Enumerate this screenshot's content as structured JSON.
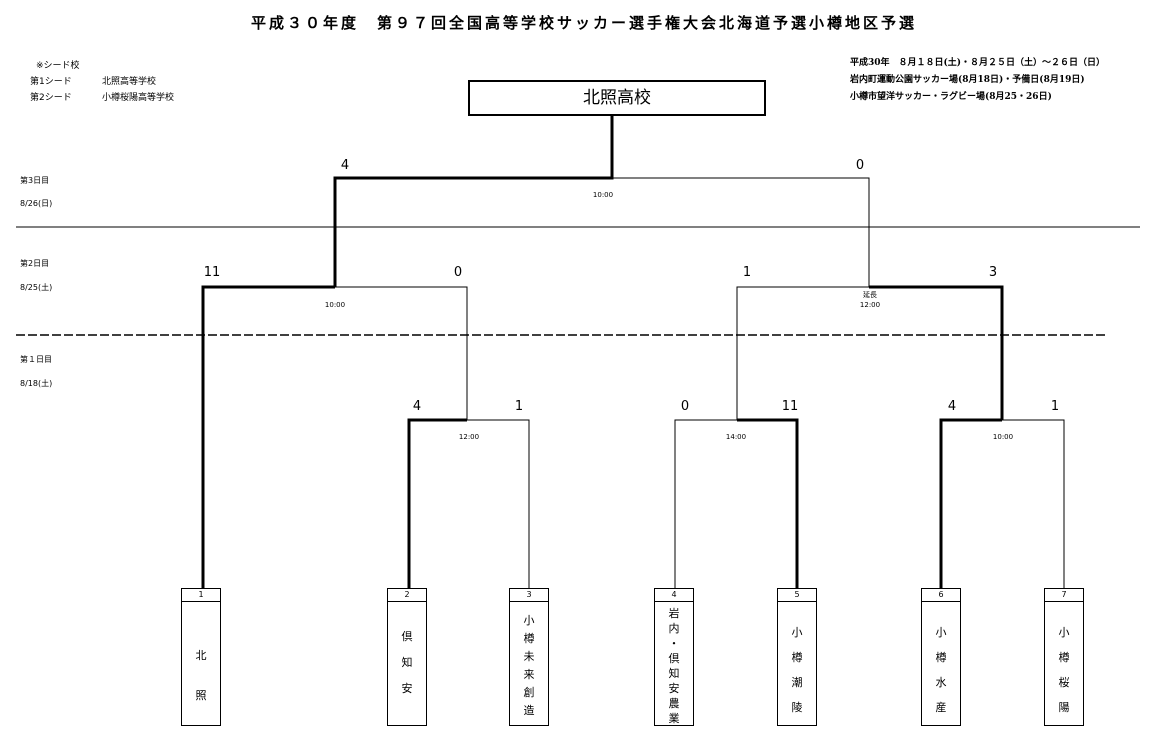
{
  "title": "平成３０年度　第９７回全国高等学校サッカー選手権大会北海道予選小樽地区予選",
  "seeds": {
    "heading": "※シード校",
    "seed1_label": "第1シード",
    "seed1_school": "北照高等学校",
    "seed2_label": "第2シード",
    "seed2_school": "小樽桜陽高等学校"
  },
  "info": {
    "line1": "平成30年　８月１８日(土)・８月２５日（土）～２６日（日）",
    "line2": "岩内町運動公園サッカー場(8月18日)・予備日(8月19日)",
    "line3": "小樽市望洋サッカー・ラグビー場(8月25・26日)"
  },
  "champion": "北照高校",
  "days": {
    "day3_label": "第3日目",
    "day3_date": "8/26(日)",
    "day2_label": "第2日目",
    "day2_date": "8/25(土)",
    "day1_label": "第１日目",
    "day1_date": "8/18(土)"
  },
  "final": {
    "left_score": "4",
    "right_score": "0",
    "time": "10:00"
  },
  "semi_left": {
    "left_score": "11",
    "right_score": "0",
    "time": "10:00"
  },
  "semi_right": {
    "left_score": "1",
    "right_score": "3",
    "note": "延長",
    "time": "12:00"
  },
  "r1_a": {
    "left_score": "4",
    "right_score": "1",
    "time": "12:00"
  },
  "r1_b": {
    "left_score": "0",
    "right_score": "11",
    "time": "14:00"
  },
  "r1_c": {
    "left_score": "4",
    "right_score": "1",
    "time": "10:00"
  },
  "teams": [
    {
      "num": "1",
      "name": [
        "北",
        "照"
      ]
    },
    {
      "num": "2",
      "name": [
        "倶",
        "知",
        "安"
      ]
    },
    {
      "num": "3",
      "name": [
        "小",
        "樽",
        "未",
        "来",
        "創",
        "造"
      ]
    },
    {
      "num": "4",
      "name": [
        "岩",
        "内",
        "・",
        "倶",
        "知",
        "安",
        "農",
        "業"
      ]
    },
    {
      "num": "5",
      "name": [
        "小",
        "樽",
        "潮",
        "陵"
      ]
    },
    {
      "num": "6",
      "name": [
        "小",
        "樽",
        "水",
        "産"
      ]
    },
    {
      "num": "7",
      "name": [
        "小",
        "樽",
        "桜",
        "陽"
      ]
    }
  ]
}
